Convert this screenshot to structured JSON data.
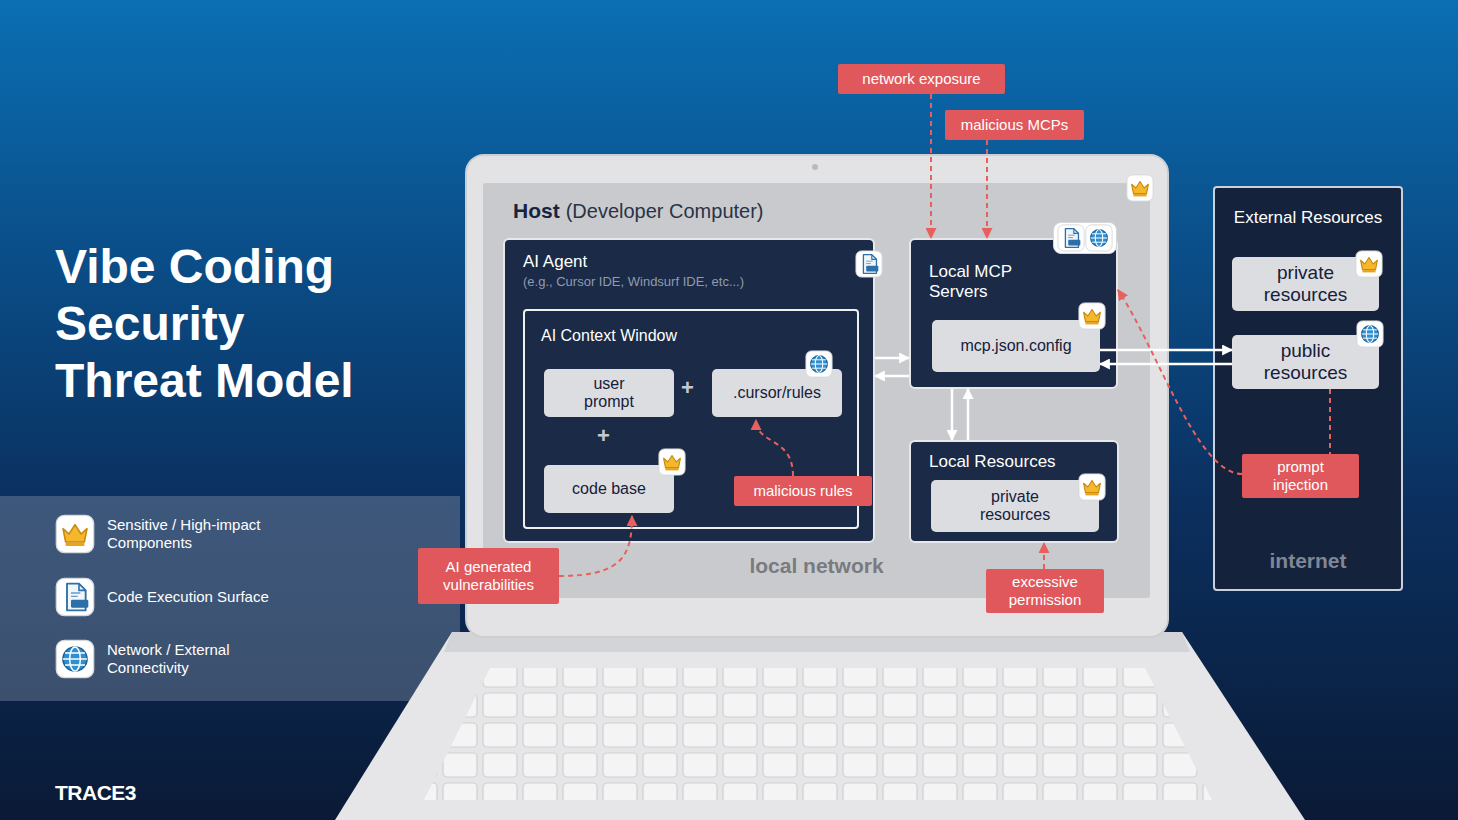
{
  "diagram": {
    "title": "Vibe Coding Security Threat Model",
    "nodes": [
      {
        "text": [
          "Host",
          "(Developer Computer)",
          "local network"
        ]
      },
      {
        "text": [
          "AI Agent",
          "(e.g., Cursor IDE, Windsurf IDE, etc...)"
        ],
        "in": 0
      },
      {
        "text": [
          "AI Context Window"
        ],
        "in": 1
      },
      {
        "text": [
          "user prompt"
        ],
        "in": 2
      },
      {
        "text": [
          ".cursor/rules"
        ],
        "in": 2
      },
      {
        "text": [
          "code base"
        ],
        "in": 2
      },
      {
        "text": [
          "Local MCP Servers"
        ],
        "in": 0
      },
      {
        "text": [
          "mcp.json.config"
        ],
        "in": 6
      },
      {
        "text": [
          "Local Resources"
        ],
        "in": 0
      },
      {
        "text": [
          "private resources"
        ],
        "in": 8
      },
      {
        "text": [
          "External Resources",
          "internet"
        ]
      },
      {
        "text": [
          "private resources"
        ],
        "in": 10
      },
      {
        "text": [
          "public resources"
        ],
        "in": 10
      },
      {
        "text": [
          "network exposure"
        ]
      },
      {
        "text": [
          "malicious MCPs"
        ]
      },
      {
        "text": [
          "malicious rules"
        ]
      },
      {
        "text": [
          "AI generated vulnerabilities"
        ]
      },
      {
        "text": [
          "excessive permission"
        ]
      },
      {
        "text": [
          "prompt injection"
        ]
      }
    ],
    "edges": [
      {
        "from": 1,
        "to": 6,
        "arrow": "to"
      },
      {
        "from": 6,
        "to": 1,
        "arrow": "to"
      },
      {
        "from": 6,
        "to": 8,
        "arrow": "to"
      },
      {
        "from": 8,
        "to": 6,
        "arrow": "to"
      },
      {
        "from": 7,
        "to": 12,
        "arrow": "to"
      },
      {
        "from": 12,
        "to": 7,
        "arrow": "to"
      },
      {
        "from": 13,
        "to": 6,
        "arrow": "to"
      },
      {
        "from": 14,
        "to": 6,
        "arrow": "to"
      },
      {
        "from": 15,
        "to": 4,
        "arrow": "to"
      },
      {
        "from": 16,
        "to": 5,
        "arrow": "to"
      },
      {
        "from": 17,
        "to": 8,
        "arrow": "to"
      },
      {
        "from": 12,
        "to": 18,
        "arrow": "none"
      },
      {
        "from": 18,
        "to": 6,
        "arrow": "to"
      }
    ],
    "labels": [
      "+",
      "+",
      "TRACE3"
    ],
    "legend": [
      {
        "text": "Sensitive / High-impact Components"
      },
      {
        "text": "Code Execution Surface"
      },
      {
        "text": "Network / External Connectivity"
      }
    ]
  }
}
